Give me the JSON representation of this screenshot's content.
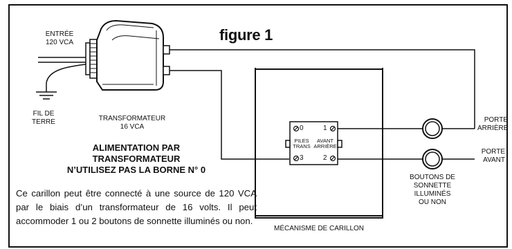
{
  "figure_title": "figure 1",
  "labels": {
    "input_line1": "ENTRÉE",
    "input_line2": "120 VCA",
    "ground_line1": "FIL DE",
    "ground_line2": "TERRE",
    "transformer_line1": "TRANSFORMATEUR",
    "transformer_line2": "16 VCA",
    "rear_door_line1": "PORTE",
    "rear_door_line2": "ARRIÈRE",
    "front_door_line1": "PORTE",
    "front_door_line2": "AVANT",
    "buttons_line1": "BOUTONS DE",
    "buttons_line2": "SONNETTE",
    "buttons_line3": "ILLUMINÉS",
    "buttons_line4": "OU NON",
    "mechanism": "MÉCANISME DE CARILLON"
  },
  "terminal_block": {
    "t0": "0",
    "t1": "1",
    "t2": "2",
    "t3": "3",
    "piles": "PILES",
    "trans": "TRANS",
    "avant": "AVANT",
    "arriere": "ARRIÈRE"
  },
  "heading": {
    "line1": "ALIMENTATION PAR",
    "line2": "TRANSFORMATEUR",
    "line3": "N’UTILISEZ PAS LA BORNE N° 0"
  },
  "description": "Ce carillon peut être connecté à une source de 120 VCA par le biais d’un transformateur de 16 volts. Il peut accommoder 1 ou 2 boutons de sonnette illuminés ou non."
}
